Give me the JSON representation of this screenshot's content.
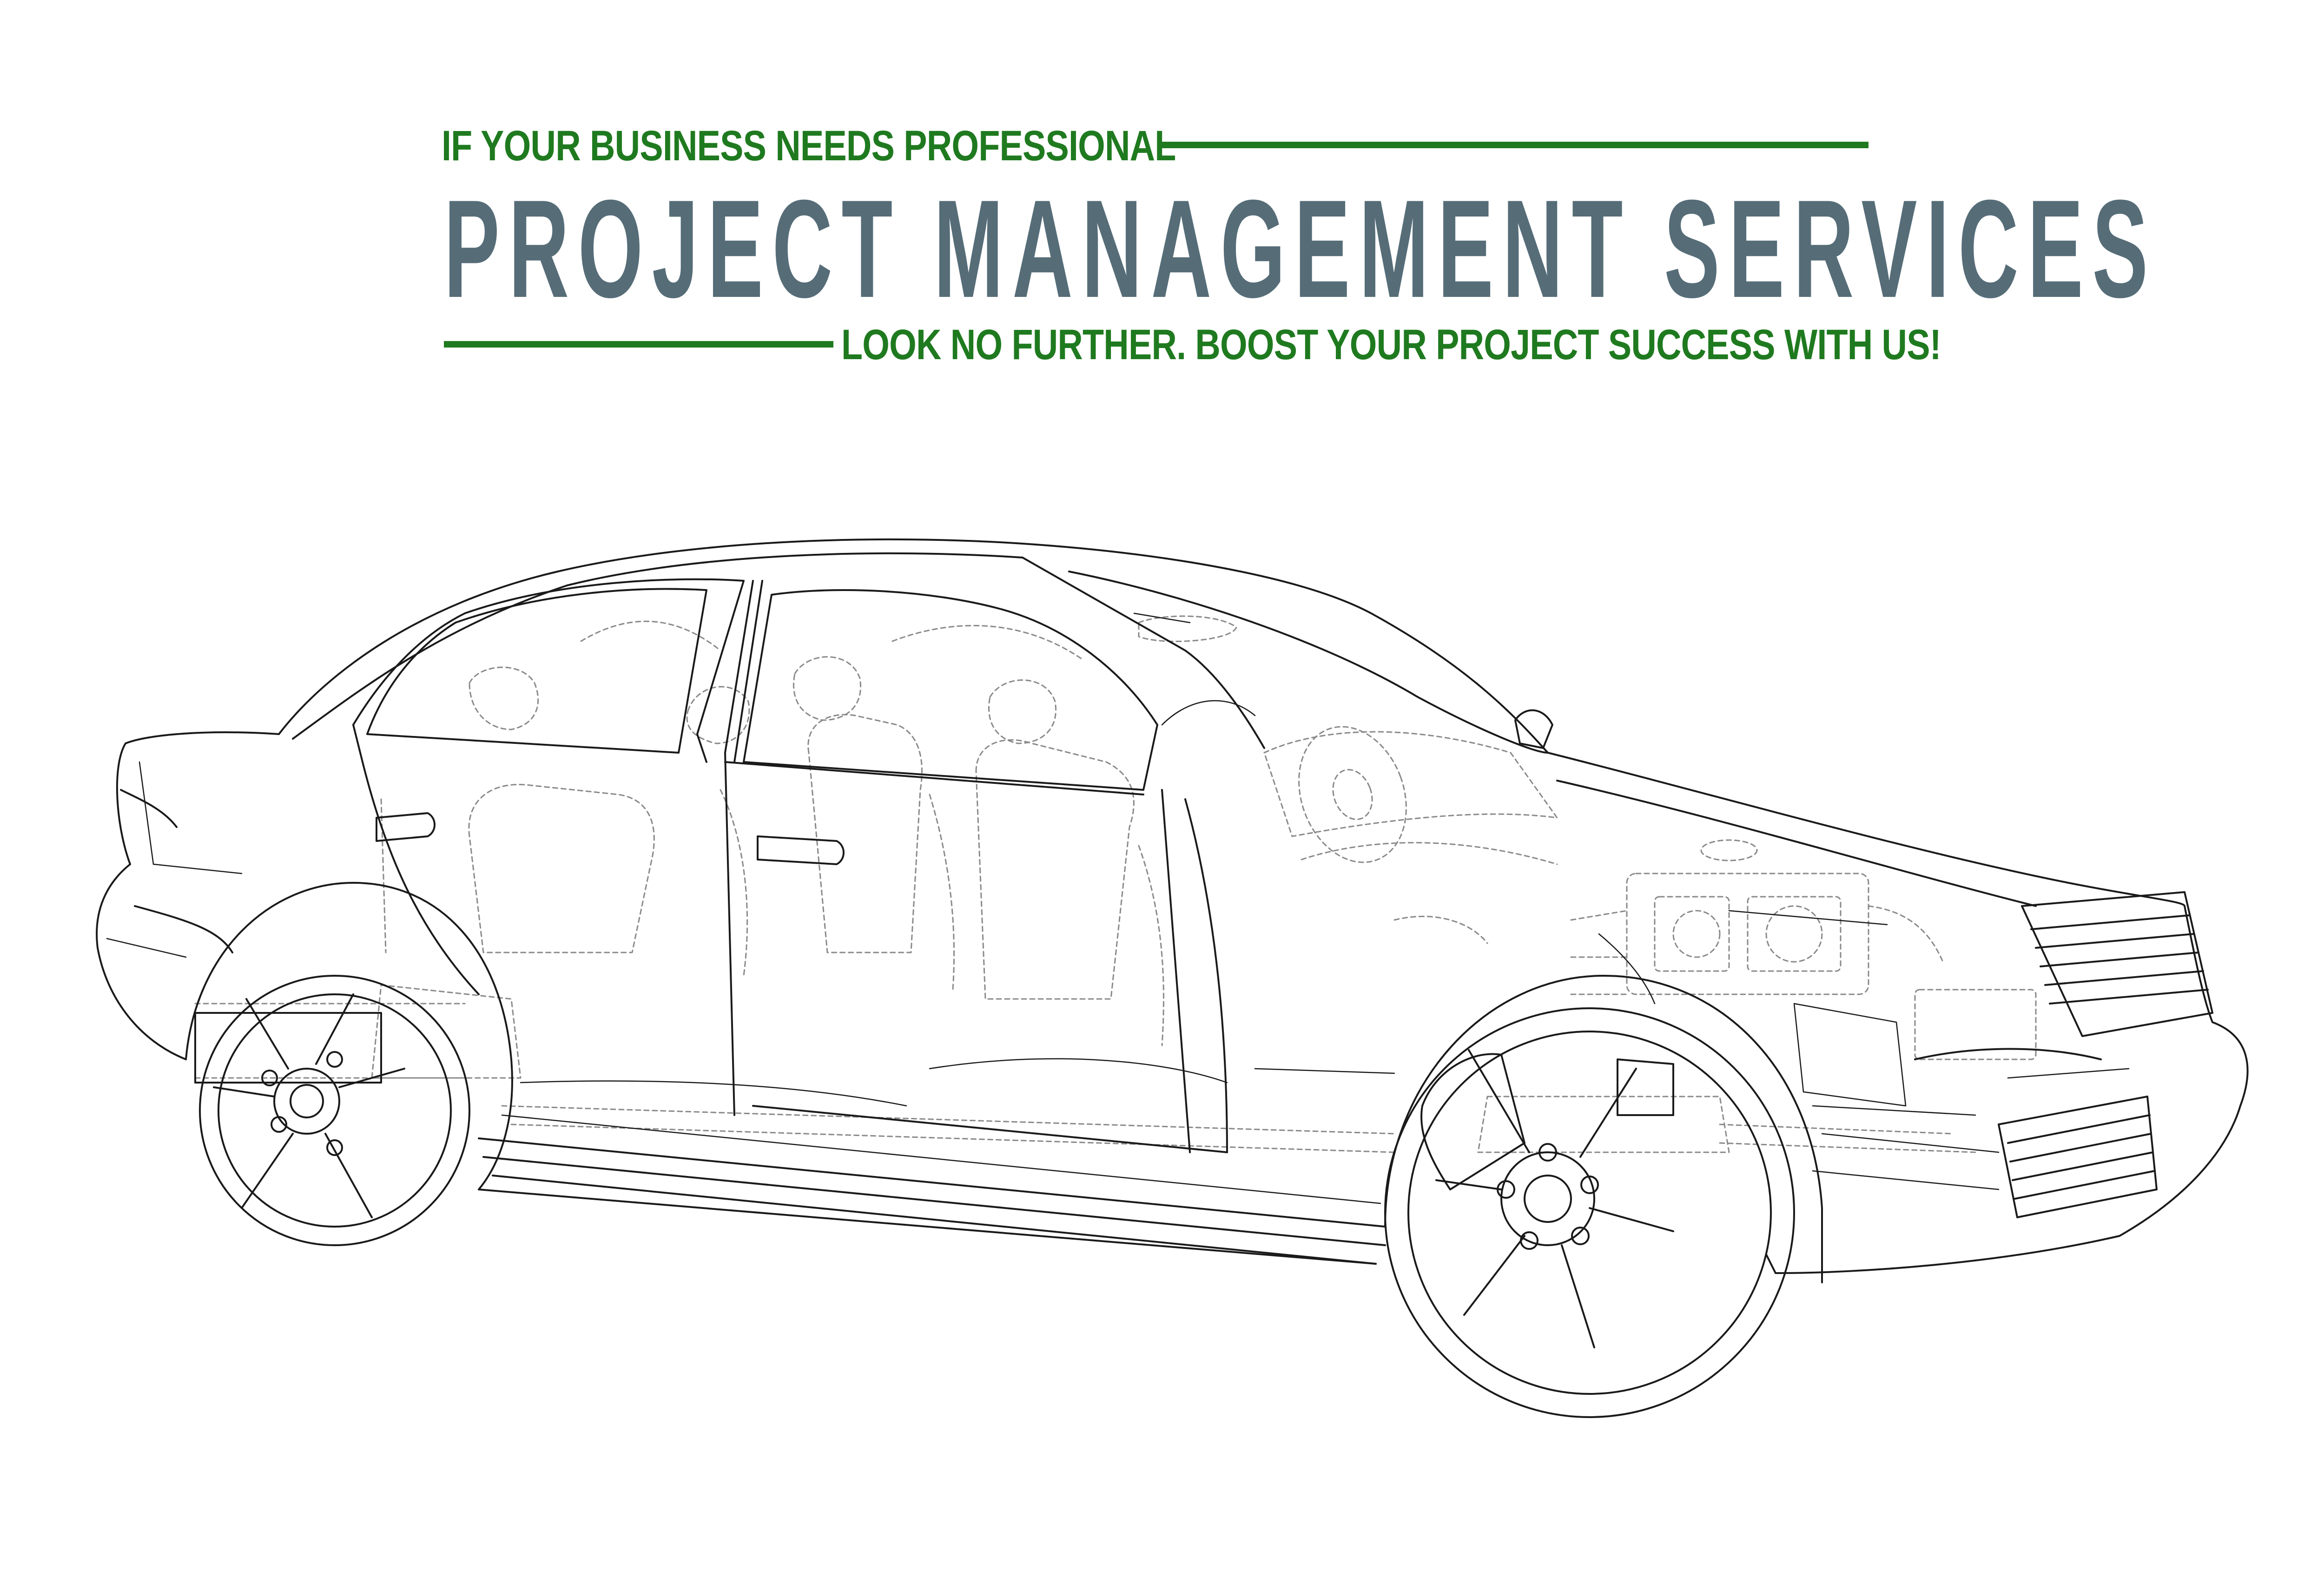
{
  "banner": {
    "top_text": "IF YOUR BUSINESS NEEDS PROFESSIONAL",
    "headline": "PROJECT MANAGEMENT SERVICES",
    "bottom_text": "LOOK NO FURTHER. BOOST YOUR PROJECT SUCCESS WITH US!"
  },
  "colors": {
    "accent_green": "#1f7a1f",
    "headline_slate": "#566d78",
    "line_black": "#1a1a1a",
    "line_gray": "#8a8a8a",
    "background": "#ffffff"
  },
  "illustration": {
    "icon": "car-wireframe-icon"
  }
}
